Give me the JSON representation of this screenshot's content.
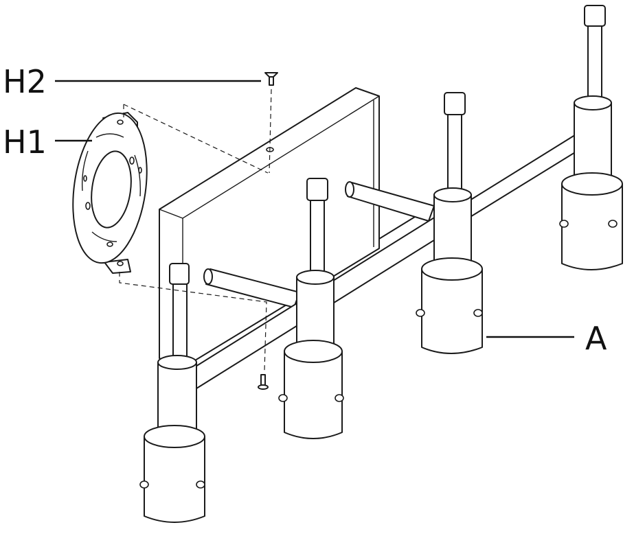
{
  "labels": {
    "h2": "H2",
    "h1": "H1",
    "a": "A"
  }
}
